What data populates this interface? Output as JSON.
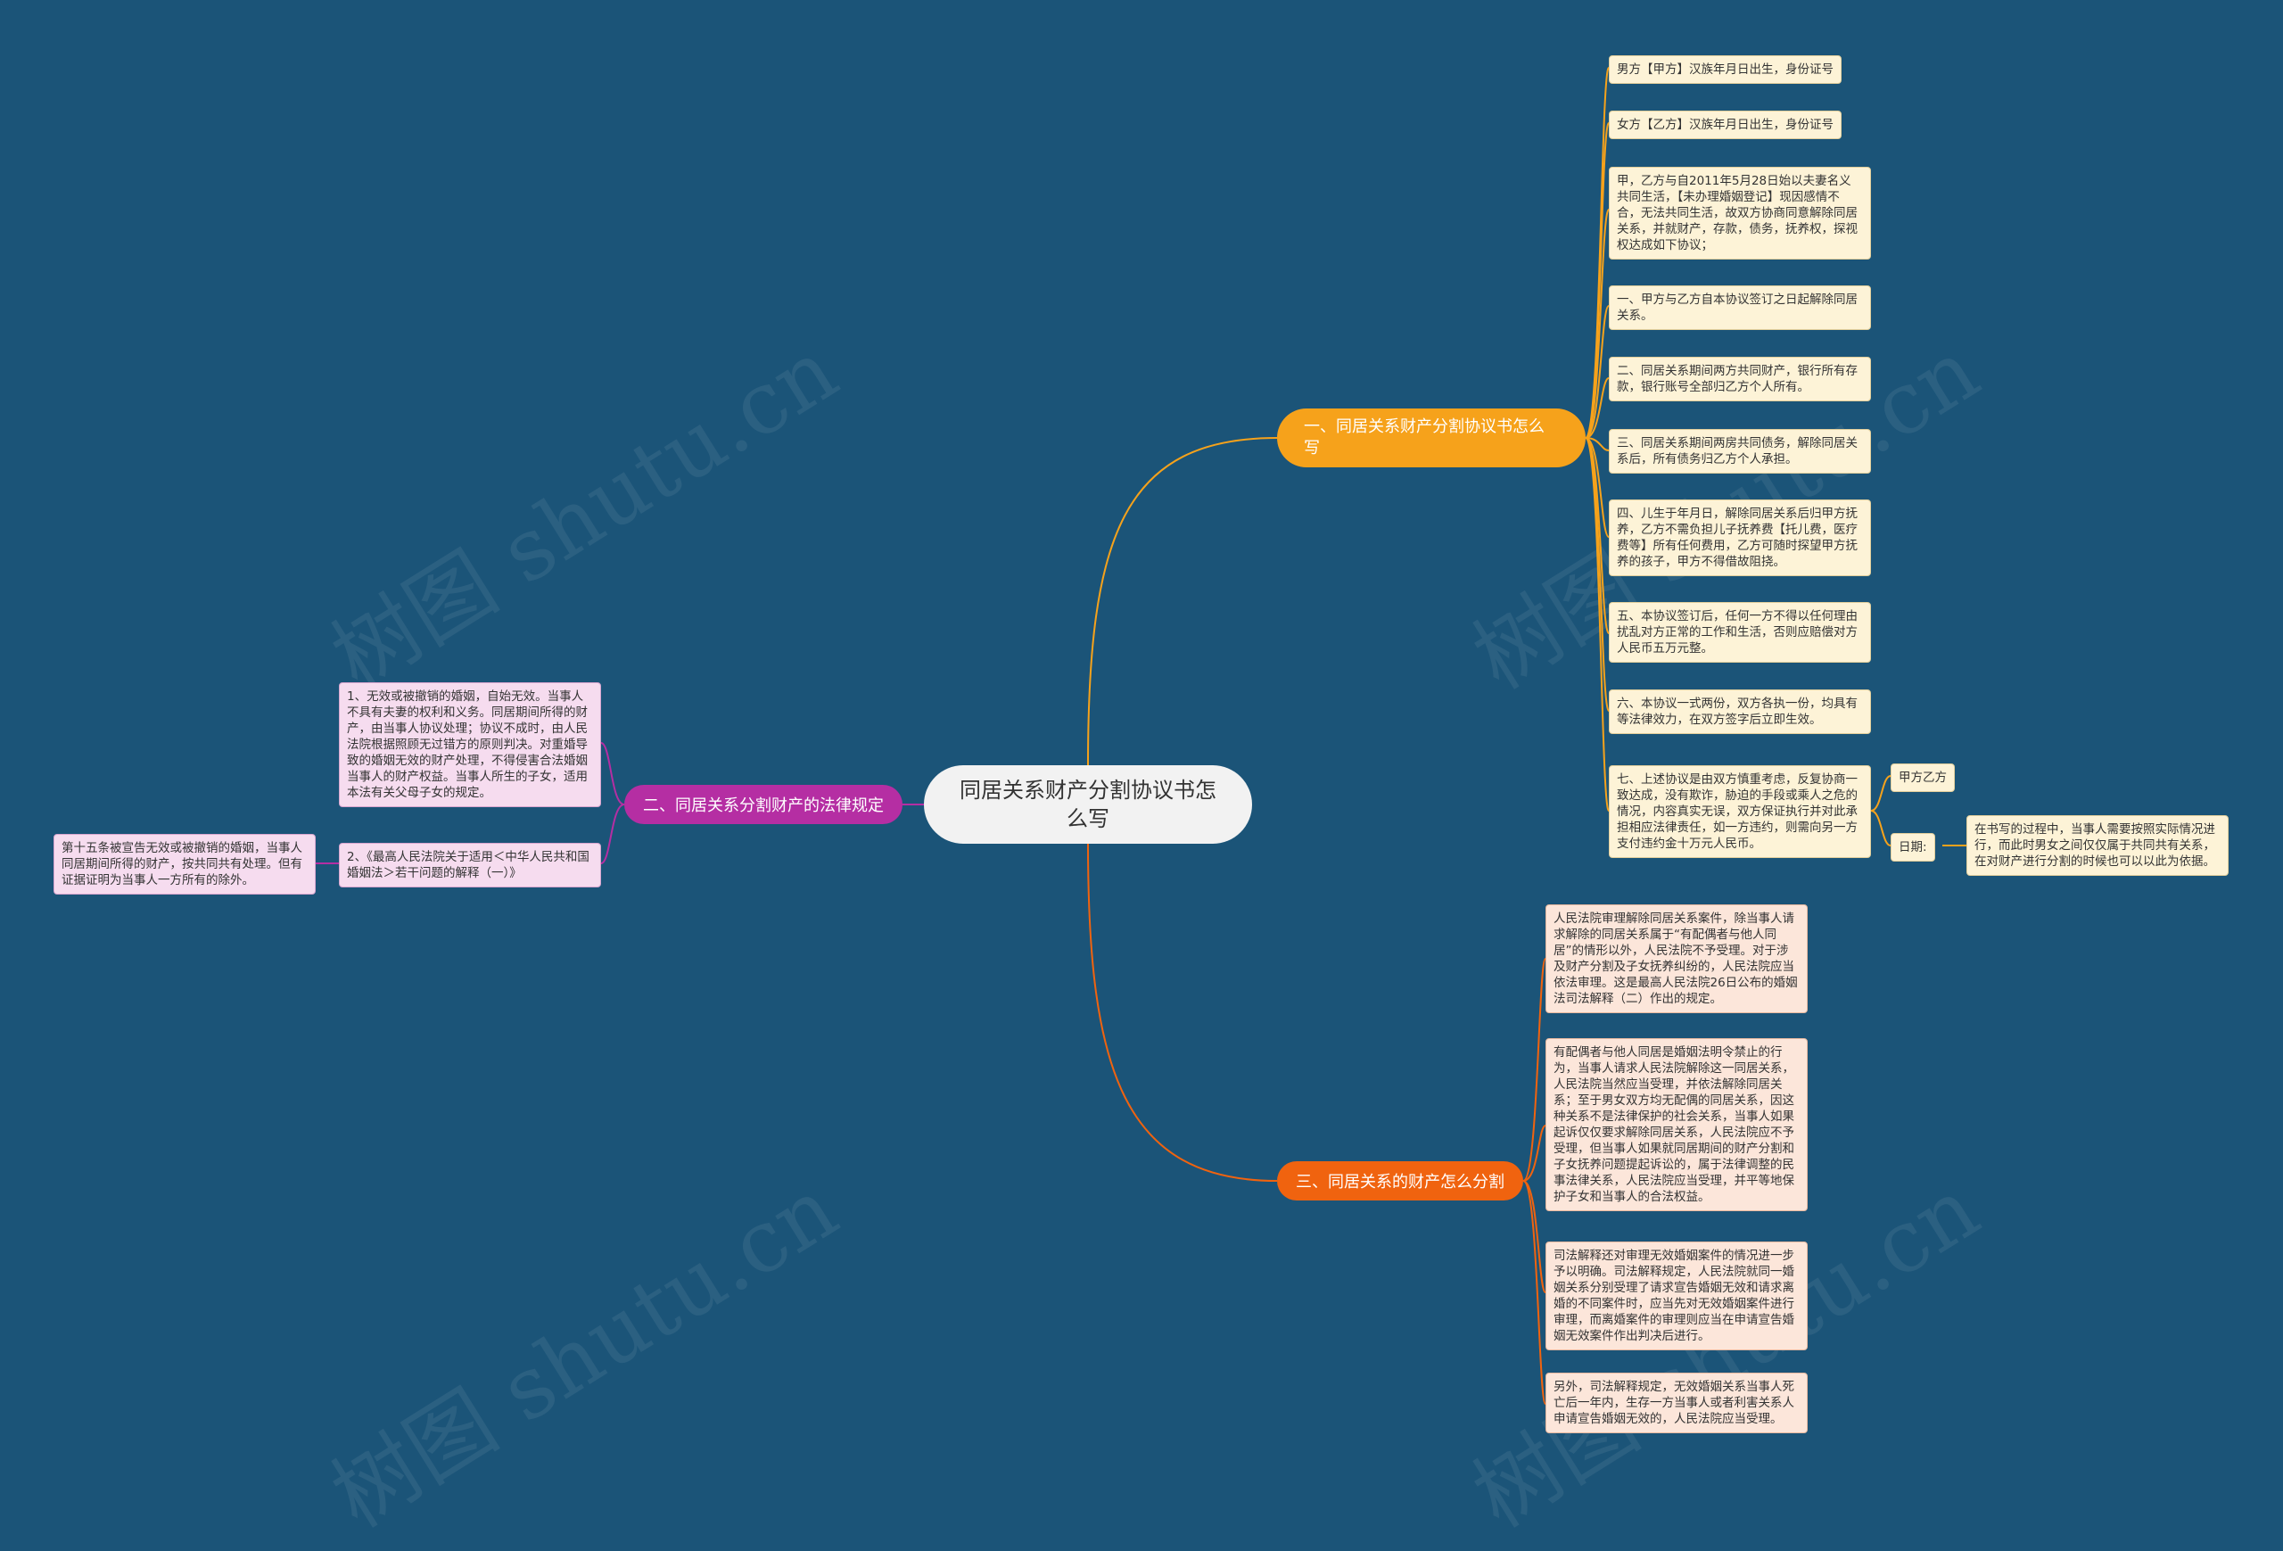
{
  "watermark": "树图 shutu.cn",
  "colors": {
    "background": "#1b5478",
    "branch1": "#f6a21b",
    "branch2": "#b52ea3",
    "branch3": "#f0630f",
    "leaf1_bg": "#fdf3d7",
    "leaf2_bg": "#f6dcef",
    "leaf3_bg": "#fce6da"
  },
  "root": {
    "label": "同居关系财产分割协议书怎么写"
  },
  "branch1": {
    "label": "一、同居关系财产分割协议书怎么写",
    "items": [
      "男方【甲方】汉族年月日出生，身份证号",
      "女方【乙方】汉族年月日出生，身份证号",
      "甲，乙方与自2011年5月28日始以夫妻名义共同生活，【未办理婚姻登记】现因感情不合，无法共同生活，故双方协商同意解除同居关系，并就财产，存款，债务，抚养权，探视权达成如下协议；",
      "一、甲方与乙方自本协议签订之日起解除同居关系。",
      "二、同居关系期间两方共同财产，银行所有存款，银行账号全部归乙方个人所有。",
      "三、同居关系期间两房共同债务，解除同居关系后，所有债务归乙方个人承担。",
      "四、儿生于年月日，解除同居关系后归甲方抚养，乙方不需负担儿子抚养费【托儿费，医疗费等】所有任何费用，乙方可随时探望甲方抚养的孩子，甲方不得借故阻挠。",
      "五、本协议签订后，任何一方不得以任何理由扰乱对方正常的工作和生活，否则应赔偿对方人民币五万元整。",
      "六、本协议一式两份，双方各执一份，均具有等法律效力，在双方签字后立即生效。",
      "七、上述协议是由双方慎重考虑，反复协商一致达成，没有欺诈，胁迫的手段或乘人之危的情况，内容真实无误，双方保证执行并对此承担相应法律责任，如一方违约，则需向另一方支付违约金十万元人民币。"
    ],
    "sub_party": "甲方乙方",
    "sub_date": "日期:",
    "date_note": "在书写的过程中，当事人需要按照实际情况进行，而此时男女之间仅仅属于共同共有关系，在对财产进行分割的时候也可以以此为依据。"
  },
  "branch2": {
    "label": "二、同居关系分割财产的法律规定",
    "items": [
      "1、无效或被撤销的婚姻，自始无效。当事人不具有夫妻的权利和义务。同居期间所得的财产，由当事人协议处理；协议不成时，由人民法院根据照顾无过错方的原则判决。对重婚导致的婚姻无效的财产处理，不得侵害合法婚姻当事人的财产权益。当事人所生的子女，适用本法有关父母子女的规定。",
      "2、《最高人民法院关于适用＜中华人民共和国婚姻法＞若干问题的解释（一）》"
    ],
    "sub_note": "第十五条被宣告无效或被撤销的婚姻，当事人同居期间所得的财产，按共同共有处理。但有证据证明为当事人一方所有的除外。"
  },
  "branch3": {
    "label": "三、同居关系的财产怎么分割",
    "items": [
      "人民法院审理解除同居关系案件，除当事人请求解除的同居关系属于“有配偶者与他人同居”的情形以外，人民法院不予受理。对于涉及财产分割及子女抚养纠纷的，人民法院应当依法审理。这是最高人民法院26日公布的婚姻法司法解释（二）作出的规定。",
      "有配偶者与他人同居是婚姻法明令禁止的行为，当事人请求人民法院解除这一同居关系，人民法院当然应当受理，并依法解除同居关系；至于男女双方均无配偶的同居关系，因这种关系不是法律保护的社会关系，当事人如果起诉仅仅要求解除同居关系，人民法院应不予受理，但当事人如果就同居期间的财产分割和子女抚养问题提起诉讼的，属于法律调整的民事法律关系，人民法院应当受理，并平等地保护子女和当事人的合法权益。",
      "司法解释还对审理无效婚姻案件的情况进一步予以明确。司法解释规定，人民法院就同一婚姻关系分别受理了请求宣告婚姻无效和请求离婚的不同案件时，应当先对无效婚姻案件进行审理，而离婚案件的审理则应当在申请宣告婚姻无效案件作出判决后进行。",
      "另外，司法解释规定，无效婚姻关系当事人死亡后一年内，生存一方当事人或者利害关系人申请宣告婚姻无效的，人民法院应当受理。"
    ]
  }
}
